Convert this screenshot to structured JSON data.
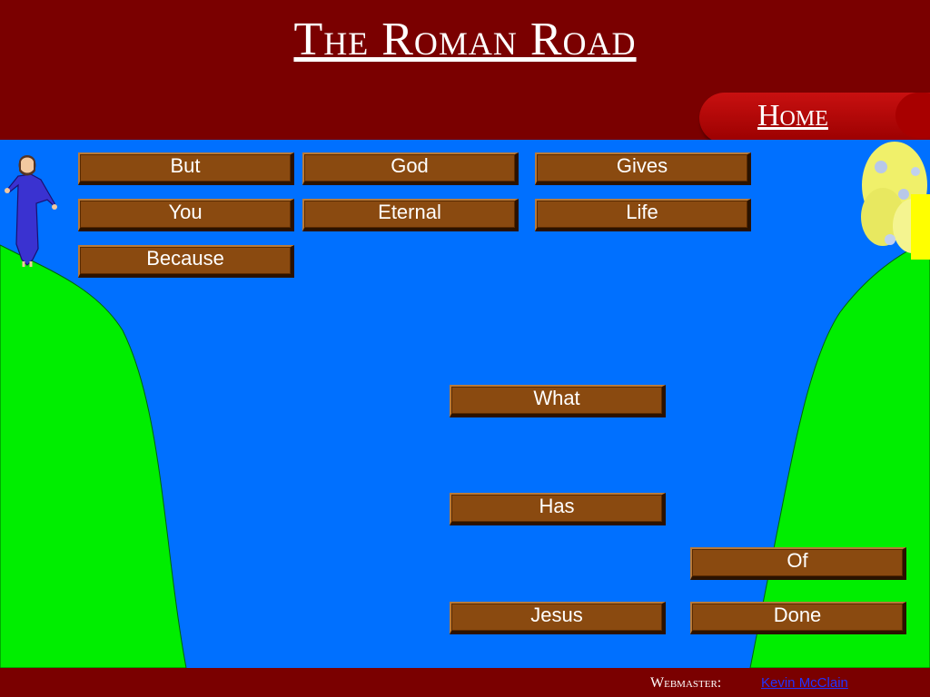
{
  "header": {
    "title": "The Roman Road",
    "home_label": "Home"
  },
  "words": [
    {
      "id": "but",
      "label": "But"
    },
    {
      "id": "god",
      "label": "God"
    },
    {
      "id": "gives",
      "label": "Gives"
    },
    {
      "id": "you",
      "label": "You"
    },
    {
      "id": "eternal",
      "label": "Eternal"
    },
    {
      "id": "life",
      "label": "Life"
    },
    {
      "id": "because",
      "label": "Because"
    },
    {
      "id": "what",
      "label": "What"
    },
    {
      "id": "has",
      "label": "Has"
    },
    {
      "id": "of",
      "label": "Of"
    },
    {
      "id": "jesus",
      "label": "Jesus"
    },
    {
      "id": "done",
      "label": "Done"
    }
  ],
  "footer": {
    "webmaster_label": "Webmaster:",
    "webmaster_name": "Kevin McClain"
  },
  "colors": {
    "frame": "#7a0000",
    "water": "#0070ff",
    "cliff": "#00ee00",
    "plank": "#8a4a10"
  }
}
